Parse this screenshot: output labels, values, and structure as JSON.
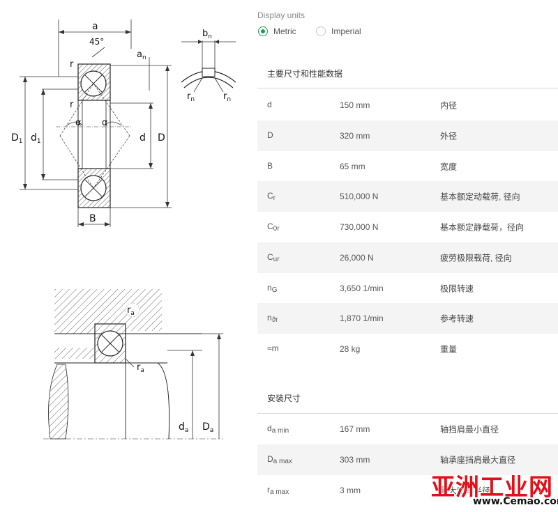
{
  "drawing_labels": {
    "a": "a",
    "deg45": "45°",
    "an": "a",
    "an_sub": "n",
    "r": "r",
    "D1": "D",
    "D1_sub": "1",
    "d1": "d",
    "d1_sub": "1",
    "alpha": "α",
    "d": "d",
    "D": "D",
    "B": "B",
    "bn": "b",
    "bn_sub": "n",
    "rn": "r",
    "rn_sub": "n",
    "ra": "r",
    "ra_sub": "a",
    "da": "d",
    "da_sub": "a",
    "Da": "D",
    "Da_sub": "a"
  },
  "units": {
    "title": "Display units",
    "options": [
      {
        "label": "Metric",
        "checked": true
      },
      {
        "label": "Imperial",
        "checked": false
      }
    ]
  },
  "colors": {
    "accent": "#1f9d55",
    "row_shade": "#f4f4f4",
    "watermark": "#e3101a"
  },
  "main": {
    "title": "主要尺寸和性能数据",
    "rows": [
      {
        "sym": "d",
        "sub": "",
        "value": "150 mm",
        "desc": "内径"
      },
      {
        "sym": "D",
        "sub": "",
        "value": "320 mm",
        "desc": "外径"
      },
      {
        "sym": "B",
        "sub": "",
        "value": "65 mm",
        "desc": "宽度"
      },
      {
        "sym": "C",
        "sub": "r",
        "value": "510,000 N",
        "desc": "基本额定动载荷, 径向"
      },
      {
        "sym": "C",
        "sub": "0r",
        "value": "730,000 N",
        "desc": "基本额定静载荷，径向"
      },
      {
        "sym": "C",
        "sub": "ur",
        "value": "26,000 N",
        "desc": "疲劳极限载荷, 径向"
      },
      {
        "sym": "n",
        "sub": "G",
        "value": "3,650 1/min",
        "desc": "极限转速"
      },
      {
        "sym": "n",
        "sub": "ϑr",
        "value": "1,870 1/min",
        "desc": "参考转速"
      },
      {
        "sym": "≈m",
        "sub": "",
        "value": "28 kg",
        "desc": "重量"
      }
    ]
  },
  "mounting": {
    "title": "安装尺寸",
    "rows": [
      {
        "sym": "d",
        "sub": "a min",
        "value": "167 mm",
        "desc": "轴挡肩最小直径"
      },
      {
        "sym": "D",
        "sub": "a max",
        "value": "303 mm",
        "desc": "轴承座挡肩最大直径"
      },
      {
        "sym": "r",
        "sub": "a max",
        "value": "3 mm",
        "desc": "最大凹角半径"
      }
    ]
  },
  "watermark": {
    "brand": "亚洲工业网",
    "url": "www.Cemao.com"
  }
}
